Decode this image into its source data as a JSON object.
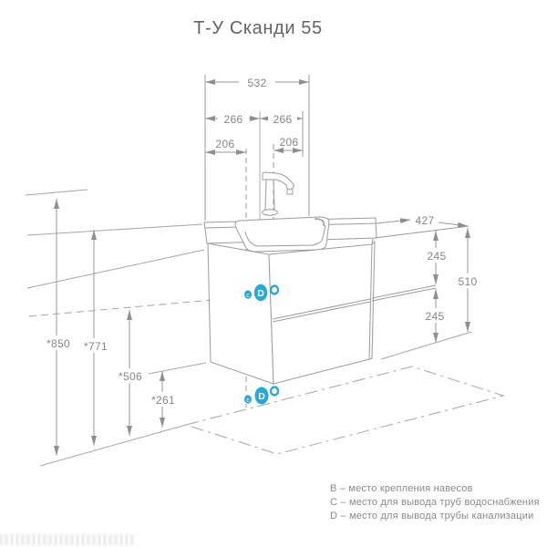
{
  "title": "Т-У Сканди 55",
  "dims": {
    "top": {
      "total": "532",
      "left_half": "266",
      "right_half": "266",
      "left_offset": "206",
      "right_offset": "206"
    },
    "left": {
      "overall": "*850",
      "to_top": "*771",
      "mid": "*506",
      "bottom": "*261"
    },
    "right": {
      "depth": "427",
      "upper_drawer": "245",
      "height": "510",
      "lower_drawer": "245"
    }
  },
  "markers": {
    "upper": {
      "small": "c",
      "large": "D"
    },
    "lower": {
      "small": "c",
      "large": "D"
    }
  },
  "legend": [
    "B – место крепления навесов",
    "C – место для вывода труб водоснабжения",
    "D – место для вывода трубы канализации"
  ],
  "colors": {
    "marker_teal": "#2aa7d2",
    "line_gray": "#9e9e9e",
    "text_gray": "#8a8a8a"
  }
}
